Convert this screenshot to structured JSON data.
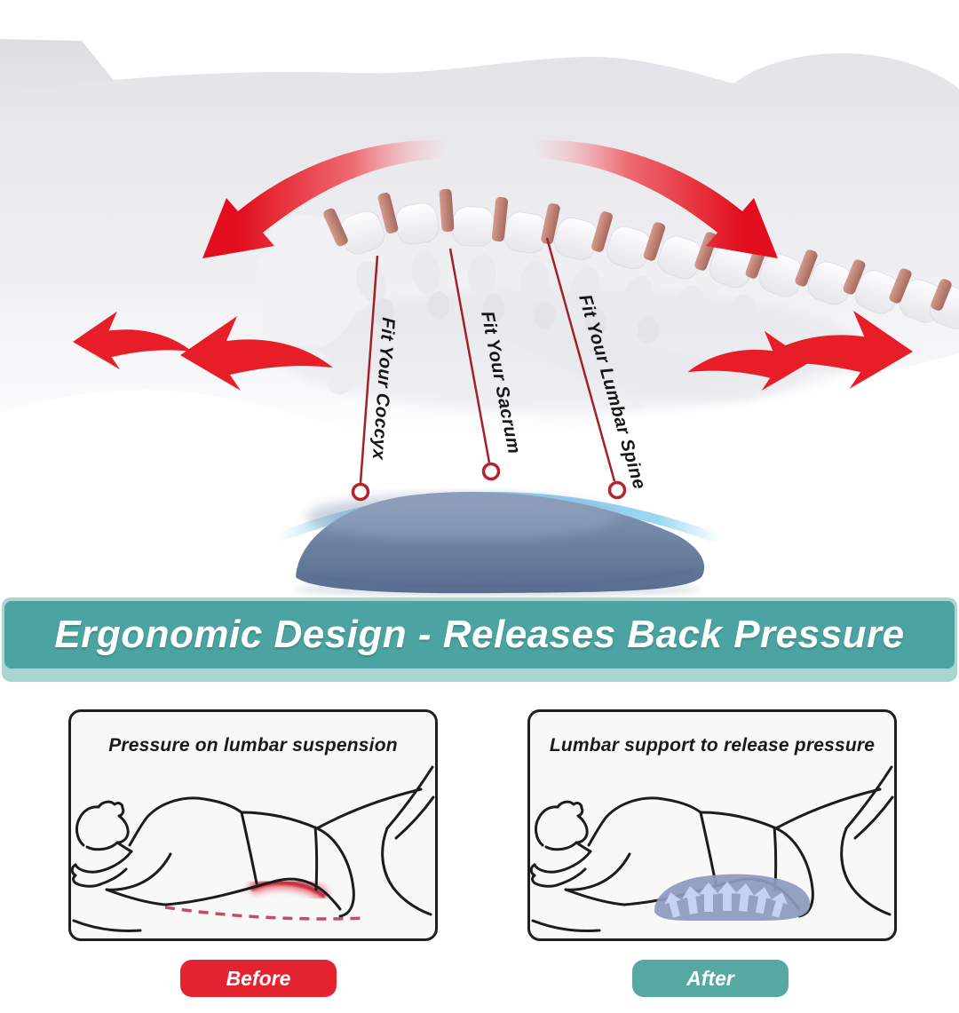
{
  "top_diagram": {
    "annotations": [
      {
        "label": "Fit Your Coccyx"
      },
      {
        "label": "Fit Your Sacrum"
      },
      {
        "label": "Fit Your Lumbar Spine"
      }
    ],
    "icons": {
      "arch_left": "curved-arrow-down-left-icon",
      "arch_right": "curved-arrow-down-right-icon",
      "stretch_left": "double-arrow-left-icon",
      "stretch_right": "double-arrow-right-icon",
      "markers": "target-circle-icon"
    },
    "colors": {
      "arrow_red": "#e71d27",
      "annotation_line_red": "#a32027",
      "pillow_blue": "#6d82a4",
      "support_arc_blue": "#7fccee",
      "body_silhouette_gray": "#ececf0",
      "spine_disc": "#bf8578"
    }
  },
  "banner": {
    "title": "Ergonomic Design - Releases Back Pressure",
    "bg_color": "#4ba4a1",
    "edge_color": "#abd5d3"
  },
  "comparison": {
    "before": {
      "caption": "Pressure on lumbar suspension",
      "button_label": "Before",
      "button_color": "#e32330",
      "highlight": "red-pressure-glow",
      "icons": {
        "pressure_line": "dashed-line-icon"
      }
    },
    "after": {
      "caption": "Lumbar support to release pressure",
      "button_label": "After",
      "button_color": "#57a8a3",
      "icons": {
        "support_arrows": "up-arrows-icon"
      },
      "pillow_color": "#8d9abd"
    }
  }
}
